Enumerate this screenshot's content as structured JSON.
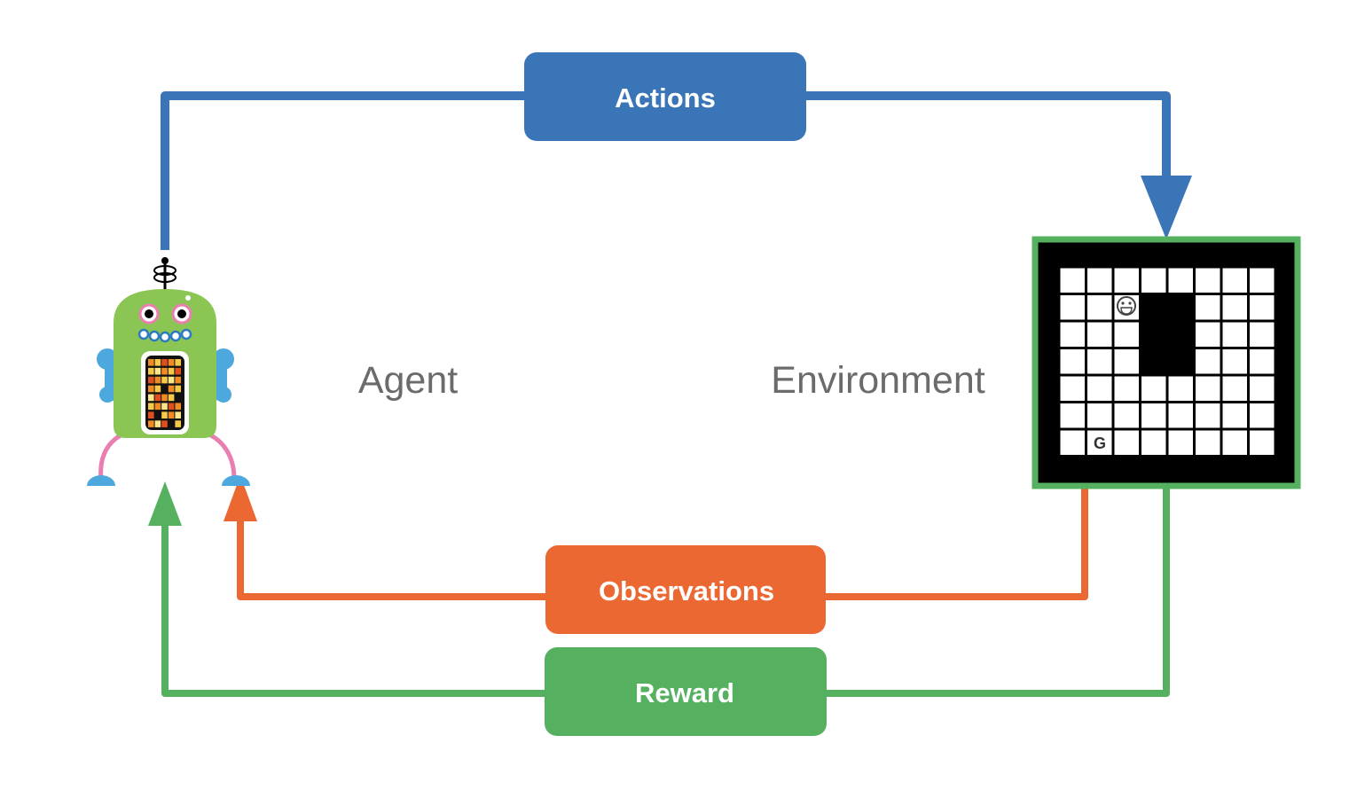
{
  "labels": {
    "actions": "Actions",
    "observations": "Observations",
    "reward": "Reward",
    "agent": "Agent",
    "environment": "Environment"
  },
  "environment_grid": {
    "rows": 7,
    "cols": 8,
    "goal_symbol": "G",
    "agent_marker_icon": "smiley-face-icon"
  },
  "colors": {
    "actions": "#3a75b8",
    "observations": "#ec6833",
    "reward": "#55b05f",
    "robot_body": "#8bc654",
    "robot_limbs": "#4da8dd",
    "robot_legs": "#e97fb0",
    "label_text": "#6b6b6b",
    "env_border": "#55b05f",
    "env_background": "#000000",
    "env_cell": "#ffffff"
  }
}
